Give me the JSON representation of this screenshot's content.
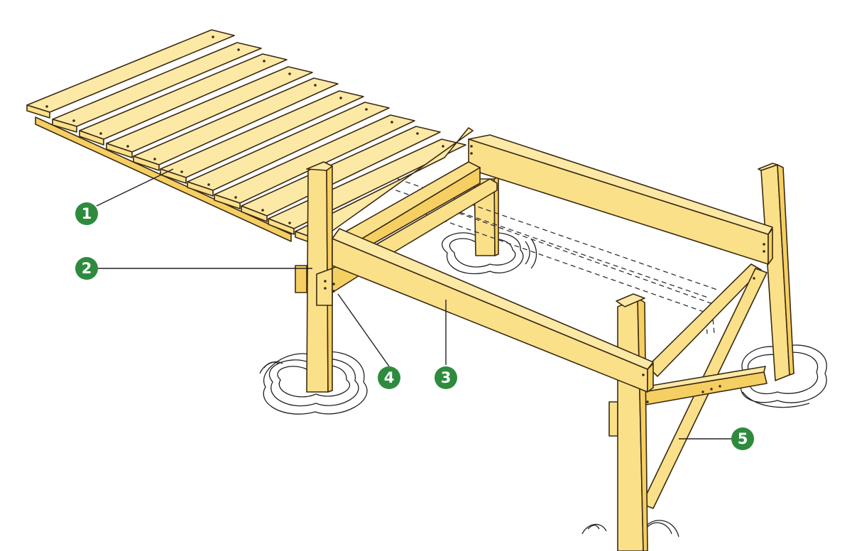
{
  "diagram": {
    "colors": {
      "wood_light": "#fde9a6",
      "wood_mid": "#fbe08a",
      "wood_dark": "#f6cf62",
      "outline": "#3a2a12",
      "callout_green": "#2e8b3e",
      "ripple": "#222222"
    },
    "callouts": [
      {
        "id": "1",
        "label": "1",
        "part": "decking-boards"
      },
      {
        "id": "2",
        "label": "2",
        "part": "post-spacer-block"
      },
      {
        "id": "3",
        "label": "3",
        "part": "side-stringer"
      },
      {
        "id": "4",
        "label": "4",
        "part": "bolted-joint"
      },
      {
        "id": "5",
        "label": "5",
        "part": "cross-bracing"
      }
    ]
  }
}
